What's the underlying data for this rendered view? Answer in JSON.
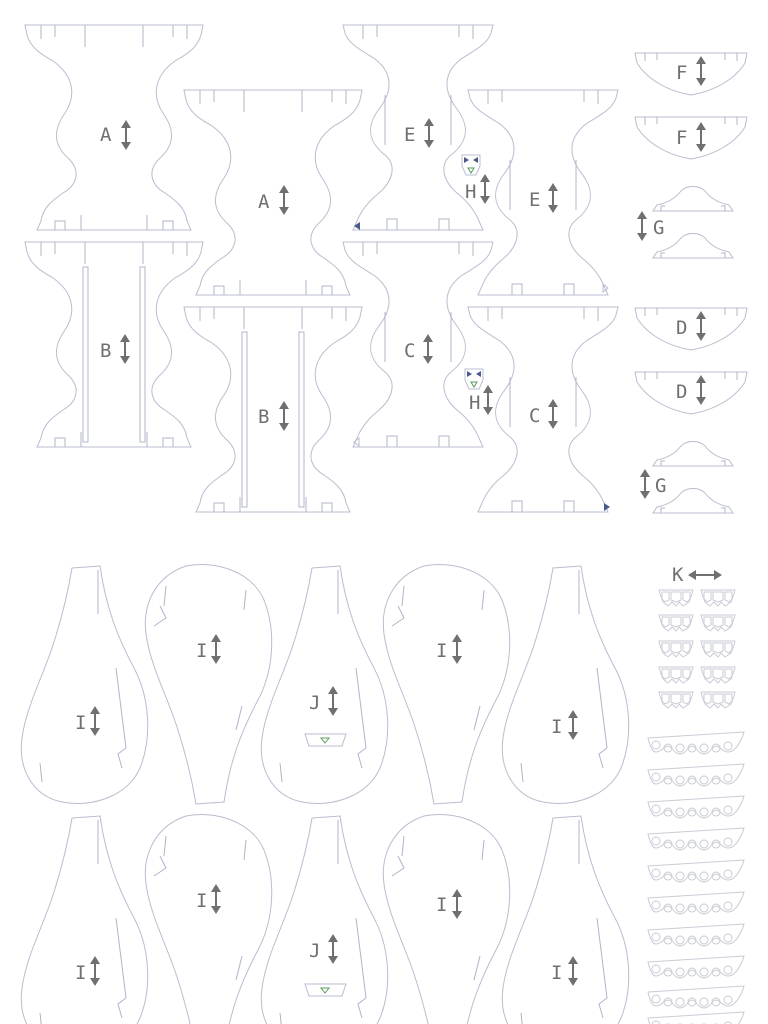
{
  "colors": {
    "outline": "#b9bdd0",
    "label": "#707070",
    "marker_blue": "#4a5a8a",
    "marker_green": "#5a9a5a"
  },
  "parts": {
    "A1": "A",
    "A2": "A",
    "B1": "B",
    "B2": "B",
    "E1": "E",
    "E2": "E",
    "C1": "C",
    "C2": "C",
    "H1": "H",
    "H2": "H",
    "F1": "F",
    "F2": "F",
    "G1": "G",
    "G2": "G",
    "D1": "D",
    "D2": "D",
    "K": "K",
    "I1": "I",
    "I2": "I",
    "I3": "I",
    "I4": "I",
    "I5": "I",
    "I6": "I",
    "I7": "I",
    "I8": "I",
    "J1": "J",
    "J2": "J"
  }
}
